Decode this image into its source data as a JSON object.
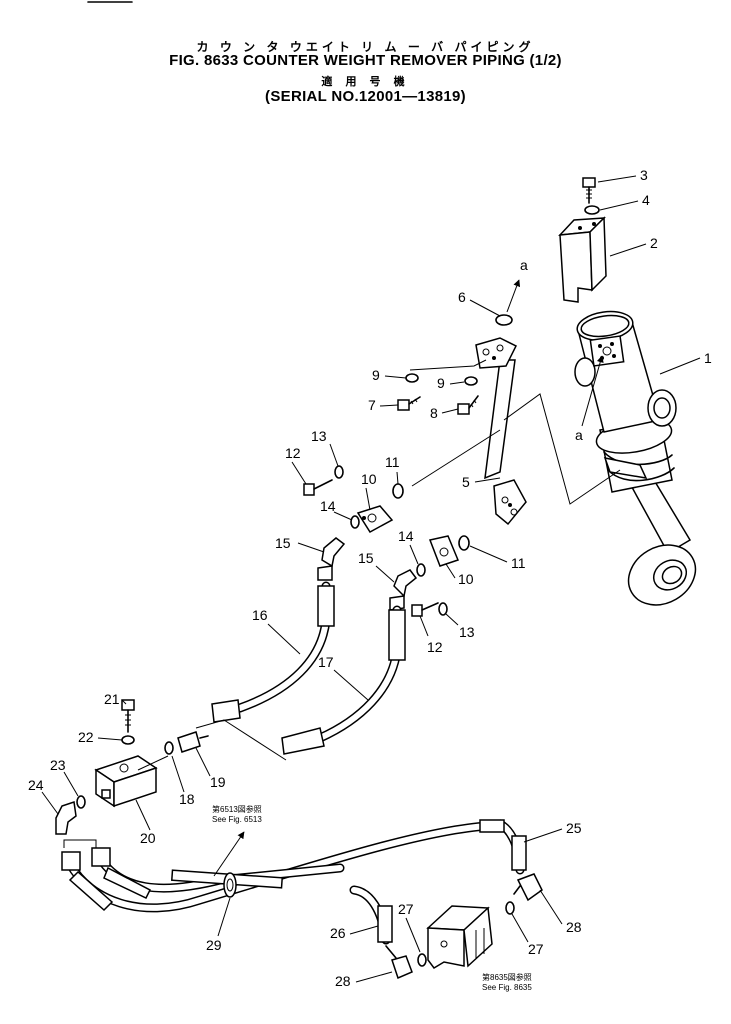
{
  "header": {
    "title_jp": "カ ウ ン タ ウエイト リ ム ー バ パイピング",
    "title": "FIG. 8633  COUNTER WEIGHT REMOVER PIPING (1/2)",
    "serial_jp": "適 用 号 機",
    "serial": "(SERIAL NO.12001—13819)"
  },
  "labels": {
    "a1": "a",
    "a2": "a",
    "n1": "1",
    "n2": "2",
    "n3": "3",
    "n4": "4",
    "n5": "5",
    "n6": "6",
    "n7": "7",
    "n8": "8",
    "n9a": "9",
    "n9b": "9",
    "n10a": "10",
    "n10b": "10",
    "n11a": "11",
    "n11b": "11",
    "n12a": "12",
    "n12b": "12",
    "n13a": "13",
    "n13b": "13",
    "n14a": "14",
    "n14b": "14",
    "n15a": "15",
    "n15b": "15",
    "n16": "16",
    "n17": "17",
    "n18": "18",
    "n19": "19",
    "n20": "20",
    "n21": "21",
    "n22": "22",
    "n23": "23",
    "n24": "24",
    "n25": "25",
    "n26": "26",
    "n27a": "27",
    "n27b": "27",
    "n28a": "28",
    "n28b": "28",
    "n29": "29"
  },
  "references": {
    "ref1_jp": "第6513図参照",
    "ref1_en": "See Fig. 6513",
    "ref2_jp": "第8635図参照",
    "ref2_en": "See Fig. 8635"
  }
}
